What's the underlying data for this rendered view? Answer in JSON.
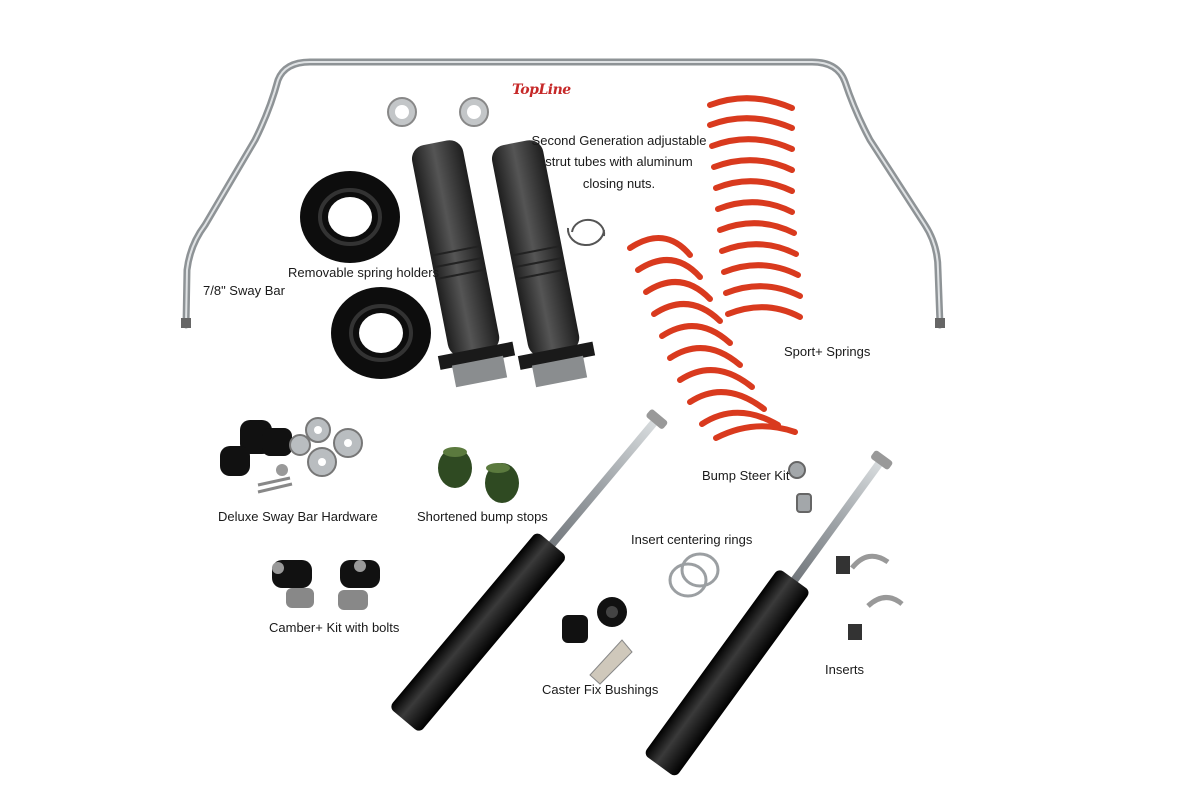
{
  "brand": {
    "logo_text": "TopLine"
  },
  "labels": {
    "sway_bar": "7/8\" Sway Bar",
    "spring_holders": "Removable spring holders",
    "strut_tubes_line1": "Second Generation adjustable",
    "strut_tubes_line2": "strut tubes with aluminum",
    "strut_tubes_line3": "closing nuts.",
    "sport_springs": "Sport+ Springs",
    "sway_bar_hardware": "Deluxe Sway Bar Hardware",
    "bump_stops": "Shortened bump stops",
    "bump_steer": "Bump Steer Kit",
    "centering_rings": "Insert centering rings",
    "camber_kit": "Camber+ Kit with bolts",
    "caster_fix": "Caster Fix Bushings",
    "inserts": "Inserts"
  },
  "colors": {
    "spring": "#d93a1e",
    "metal": "#a9aeb2",
    "rubber": "#111111",
    "tube": "#3a3a3a",
    "bumpstop": "#2f4a22"
  }
}
